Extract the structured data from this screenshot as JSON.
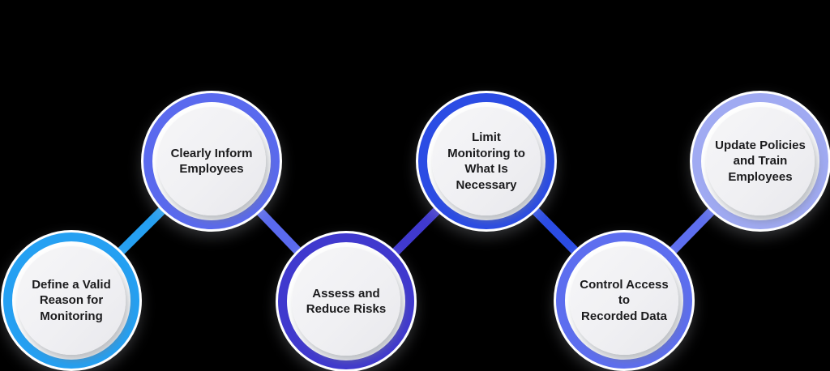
{
  "diagram": {
    "title": "Employee monitoring steps diagram",
    "background_color": "#000000",
    "inner_circle_color": "#F1F1F3",
    "text_color": "#1B1B1D",
    "nodes": [
      {
        "id": "step-1",
        "label": "Define a Valid\nReason for\nMonitoring",
        "ring_color": "#25A0F2"
      },
      {
        "id": "step-2",
        "label": "Clearly Inform\nEmployees",
        "ring_color": "#5A6AEE"
      },
      {
        "id": "step-3",
        "label": "Assess and\nReduce Risks",
        "ring_color": "#4039CE"
      },
      {
        "id": "step-4",
        "label": "Limit\nMonitoring to\nWhat Is\nNecessary",
        "ring_color": "#2B4CE4"
      },
      {
        "id": "step-5",
        "label": "Control Access\nto\nRecorded Data",
        "ring_color": "#5D6EEF"
      },
      {
        "id": "step-6",
        "label": "Update Policies\nand Train\nEmployees",
        "ring_color": "#A0AAF2"
      }
    ],
    "connectors": [
      {
        "from": "step-1",
        "to": "step-2",
        "color": "#25A0F2"
      },
      {
        "from": "step-2",
        "to": "step-3",
        "color": "#5A6AEE"
      },
      {
        "from": "step-3",
        "to": "step-4",
        "color": "#4039CE"
      },
      {
        "from": "step-4",
        "to": "step-5",
        "color": "#2B4CE4"
      },
      {
        "from": "step-5",
        "to": "step-6",
        "color": "#5D6EEF"
      }
    ]
  }
}
